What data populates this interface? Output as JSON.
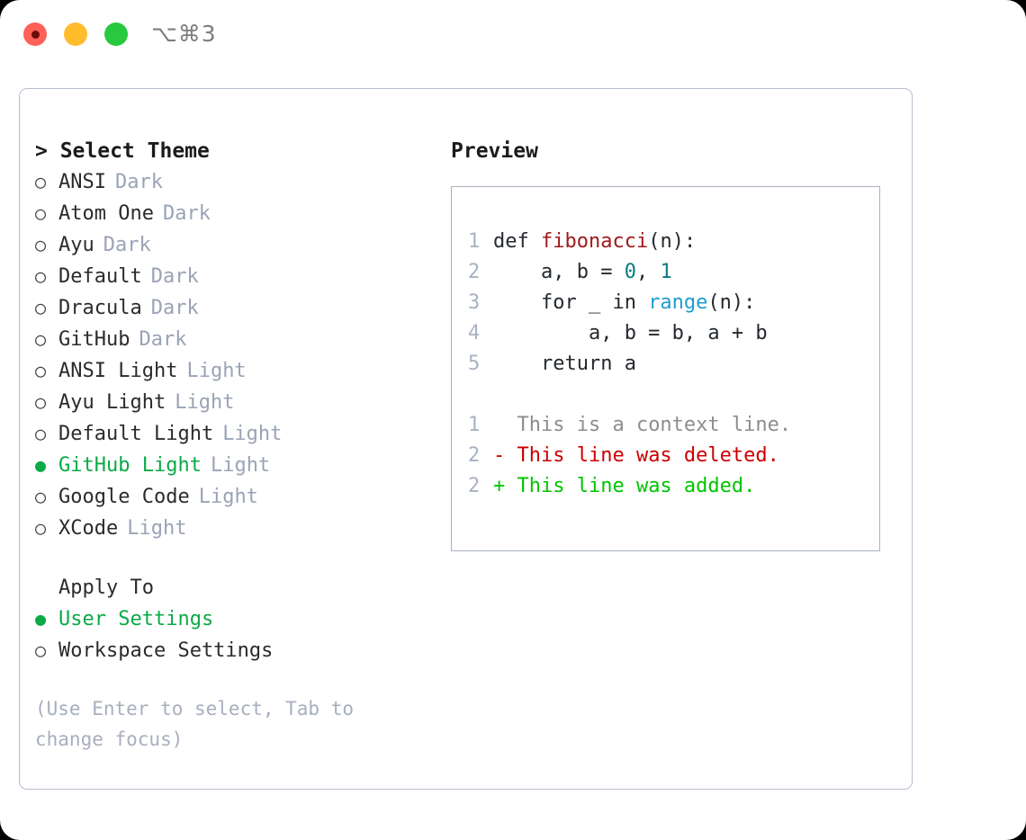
{
  "titlebar": {
    "shortcut": "⌥⌘3",
    "buttons": [
      "close",
      "minimize",
      "zoom"
    ]
  },
  "theme_selector": {
    "header": "> Select Theme",
    "items": [
      {
        "label": "ANSI",
        "variant": "Dark",
        "selected": false,
        "bullet": "○"
      },
      {
        "label": "Atom One",
        "variant": "Dark",
        "selected": false,
        "bullet": "○"
      },
      {
        "label": "Ayu",
        "variant": "Dark",
        "selected": false,
        "bullet": "○"
      },
      {
        "label": "Default",
        "variant": "Dark",
        "selected": false,
        "bullet": "○"
      },
      {
        "label": "Dracula",
        "variant": "Dark",
        "selected": false,
        "bullet": "○"
      },
      {
        "label": "GitHub",
        "variant": "Dark",
        "selected": false,
        "bullet": "○"
      },
      {
        "label": "ANSI Light",
        "variant": "Light",
        "selected": false,
        "bullet": "○"
      },
      {
        "label": "Ayu Light",
        "variant": "Light",
        "selected": false,
        "bullet": "○"
      },
      {
        "label": "Default Light",
        "variant": "Light",
        "selected": false,
        "bullet": "○"
      },
      {
        "label": "GitHub Light",
        "variant": "Light",
        "selected": true,
        "bullet": "●"
      },
      {
        "label": "Google Code",
        "variant": "Light",
        "selected": false,
        "bullet": "○"
      },
      {
        "label": "XCode",
        "variant": "Light",
        "selected": false,
        "bullet": "○"
      }
    ]
  },
  "apply_to": {
    "header": "Apply To",
    "items": [
      {
        "label": "User Settings",
        "selected": true,
        "bullet": "●"
      },
      {
        "label": "Workspace Settings",
        "selected": false,
        "bullet": "○"
      }
    ]
  },
  "hint": "(Use Enter to select, Tab to change focus)",
  "preview": {
    "header": "Preview",
    "code_lines": [
      {
        "no": "1",
        "tokens": [
          {
            "t": "def ",
            "k": "plain"
          },
          {
            "t": "fibonacci",
            "k": "fn"
          },
          {
            "t": "(n):",
            "k": "plain"
          }
        ]
      },
      {
        "no": "2",
        "tokens": [
          {
            "t": "    a, b = ",
            "k": "plain"
          },
          {
            "t": "0",
            "k": "num"
          },
          {
            "t": ", ",
            "k": "plain"
          },
          {
            "t": "1",
            "k": "num"
          }
        ]
      },
      {
        "no": "3",
        "tokens": [
          {
            "t": "    for _ in ",
            "k": "plain"
          },
          {
            "t": "range",
            "k": "call"
          },
          {
            "t": "(n):",
            "k": "plain"
          }
        ]
      },
      {
        "no": "4",
        "tokens": [
          {
            "t": "        a, b = b, a + b",
            "k": "plain"
          }
        ]
      },
      {
        "no": "5",
        "tokens": [
          {
            "t": "    return a",
            "k": "plain"
          }
        ]
      }
    ],
    "diff_lines": [
      {
        "no": "1",
        "marker": " ",
        "text": " This is a context line.",
        "kind": "ctx"
      },
      {
        "no": "2",
        "marker": "-",
        "text": " This line was deleted.",
        "kind": "del"
      },
      {
        "no": "2",
        "marker": "+",
        "text": " This line was added.",
        "kind": "add"
      }
    ]
  },
  "colors": {
    "accent_green": "#0aaa46",
    "diff_add": "#00c400",
    "diff_del": "#cc0000",
    "muted": "#9aa3b5",
    "border": "#b6bfcd",
    "function": "#a01919",
    "number": "#0b7c80",
    "call": "#1f9cd0"
  }
}
